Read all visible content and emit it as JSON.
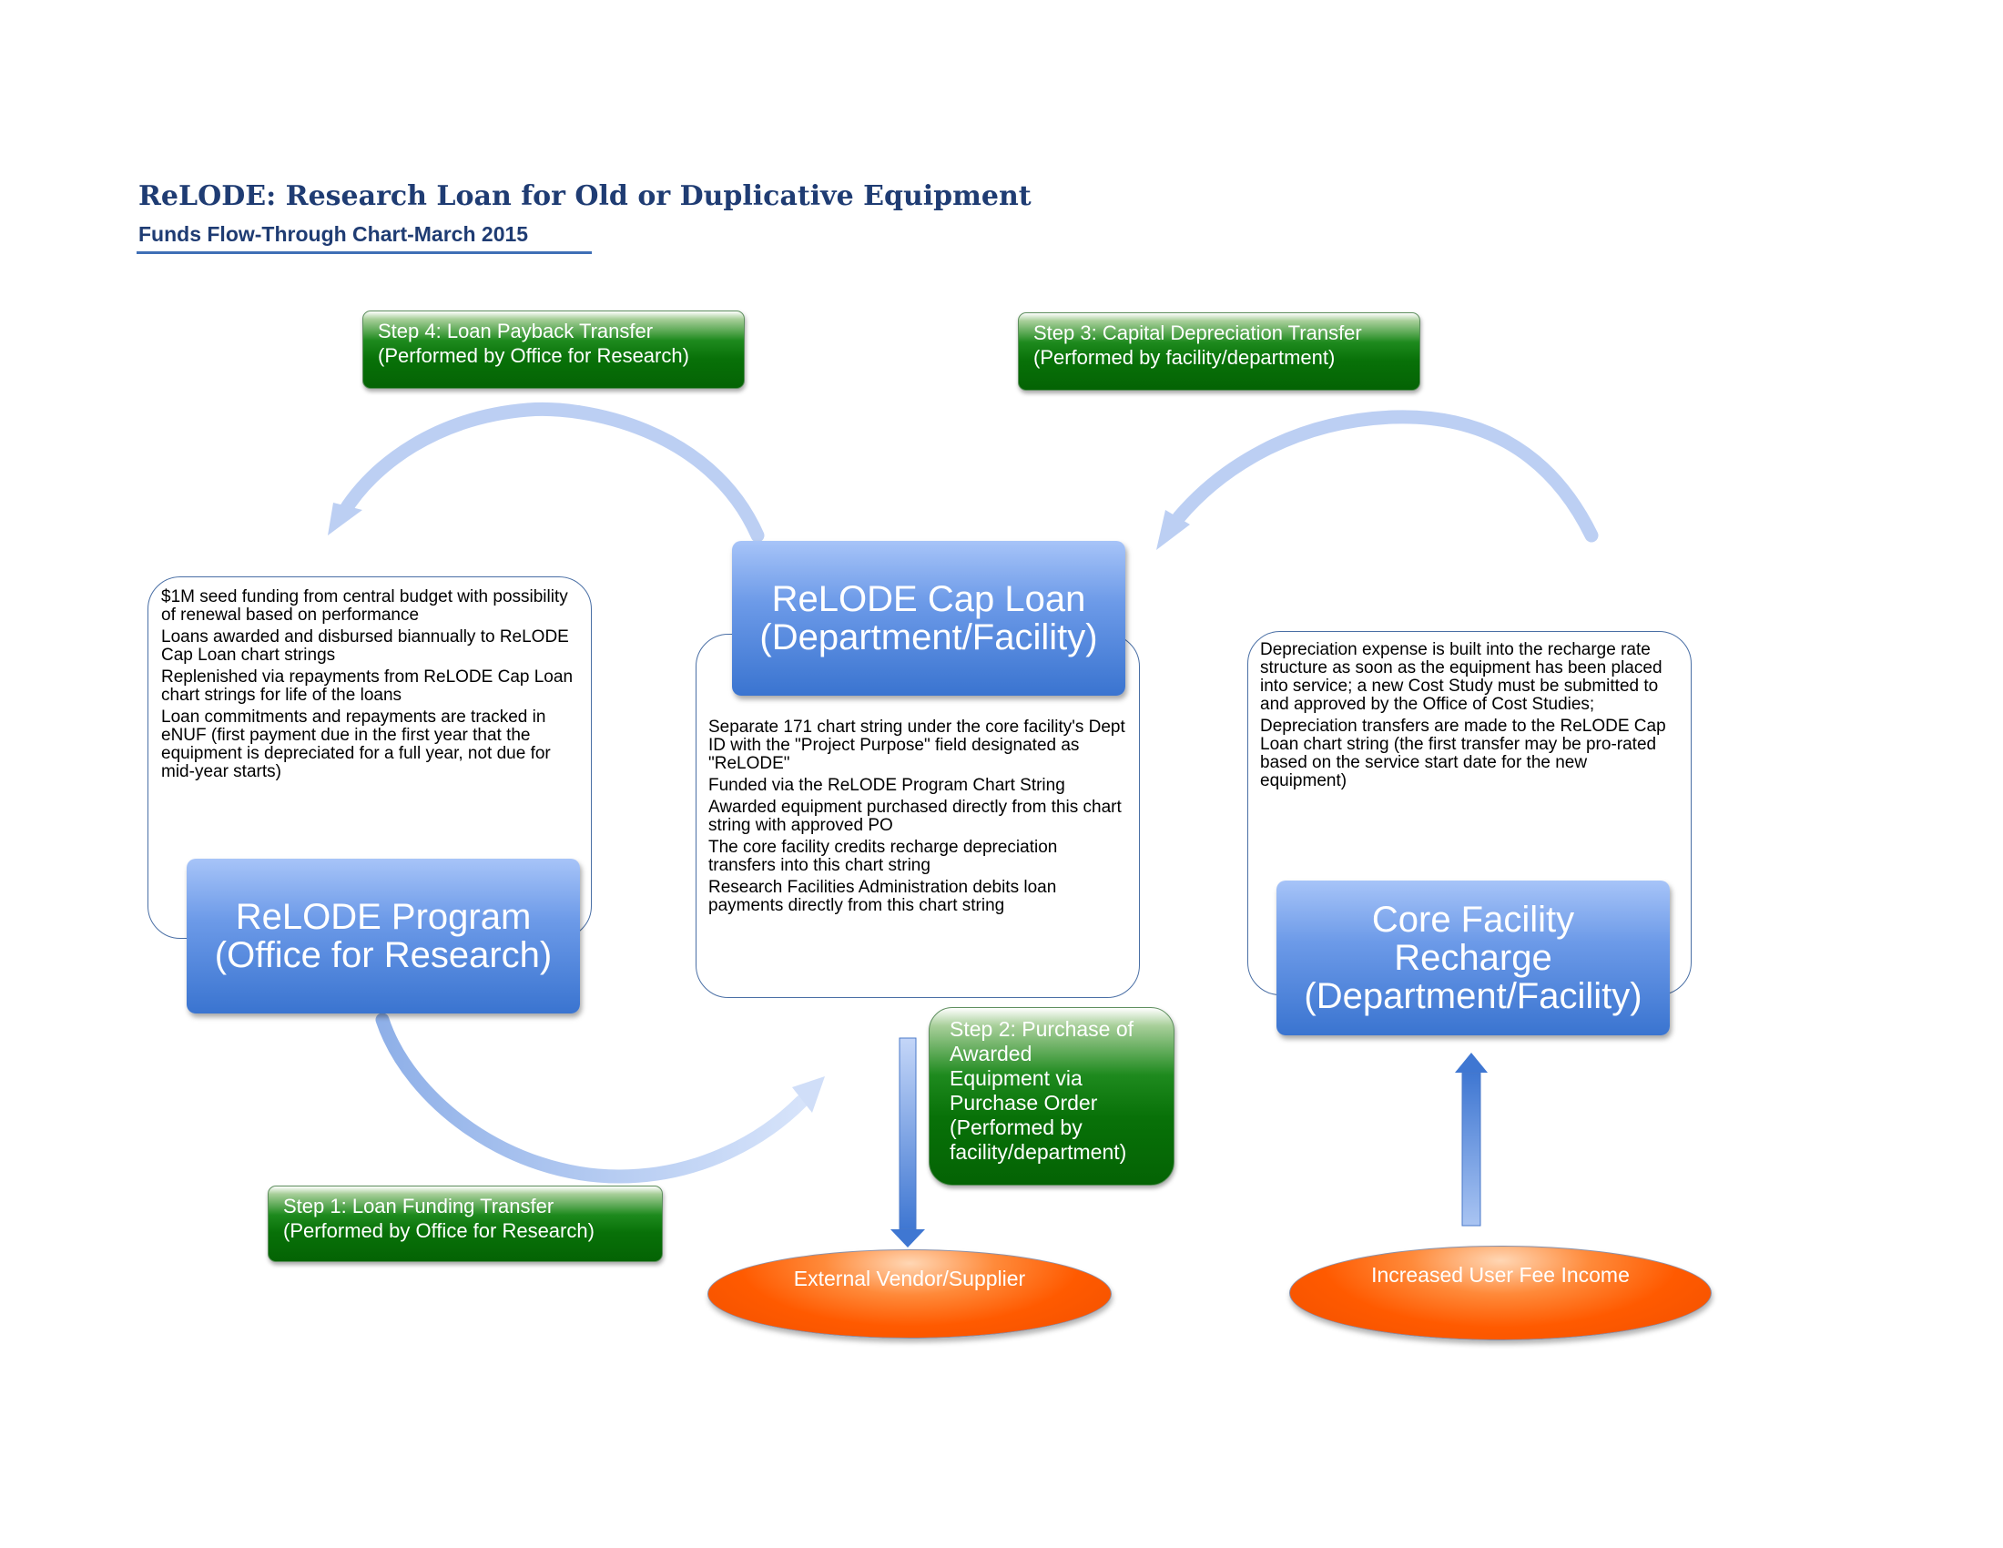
{
  "header": {
    "title": "ReLODE: Research Loan for Old or Duplicative Equipment",
    "subtitle": "Funds Flow-Through Chart-March 2015"
  },
  "steps": {
    "step1": {
      "line1": "Step 1: Loan Funding Transfer",
      "line2": "(Performed by Office for Research)"
    },
    "step2": {
      "lines": [
        "Step 2: Purchase of",
        "Awarded",
        "Equipment via",
        "Purchase Order",
        "(Performed by",
        "facility/department)"
      ]
    },
    "step3": {
      "line1": "Step 3: Capital Depreciation Transfer",
      "line2": "(Performed by facility/department)"
    },
    "step4": {
      "line1": "Step 4: Loan Payback Transfer",
      "line2": "(Performed by Office for Research)"
    }
  },
  "nodes": {
    "program": {
      "line1": "ReLODE Program",
      "line2": "(Office for Research)"
    },
    "cap_loan": {
      "line1": "ReLODE Cap Loan",
      "line2": "(Department/Facility)"
    },
    "core_facility": {
      "line1": "Core Facility",
      "line2": "Recharge",
      "line3": "(Department/Facility)"
    },
    "vendor": "External Vendor/Supplier",
    "user_fee": "Increased User Fee Income"
  },
  "panels": {
    "program_notes": [
      "$1M seed funding from central budget with possibility of renewal based on performance",
      "Loans awarded and disbursed biannually to ReLODE Cap Loan chart strings",
      "Replenished via repayments from ReLODE Cap Loan chart strings for life of the loans",
      "Loan commitments and repayments are tracked in eNUF (first payment due in the first year that the equipment is depreciated for a full year, not due for mid-year starts)"
    ],
    "cap_loan_notes": [
      "Separate 171 chart string under the core facility's Dept ID with the \"Project Purpose\" field designated as \"ReLODE\"",
      "Funded via the ReLODE Program Chart String",
      "Awarded equipment purchased directly from this chart string with approved PO",
      "The core facility credits recharge depreciation transfers into this chart string",
      "Research Facilities Administration debits loan payments directly from this chart string"
    ],
    "core_facility_notes": [
      "Depreciation expense is built into the recharge rate structure as soon as the equipment has been placed into service; a new Cost Study must be submitted to and approved by the Office of Cost Studies;",
      "Depreciation transfers are made to the ReLODE Cap Loan chart string (the first transfer may be pro-rated based on the service start date for the new equipment)"
    ]
  },
  "colors": {
    "title": "#1f3c73",
    "step_green": "#087108",
    "node_blue": "#3a74d0",
    "oval_orange": "#ff5a00",
    "curve_arrow": "#b8cdf2"
  }
}
